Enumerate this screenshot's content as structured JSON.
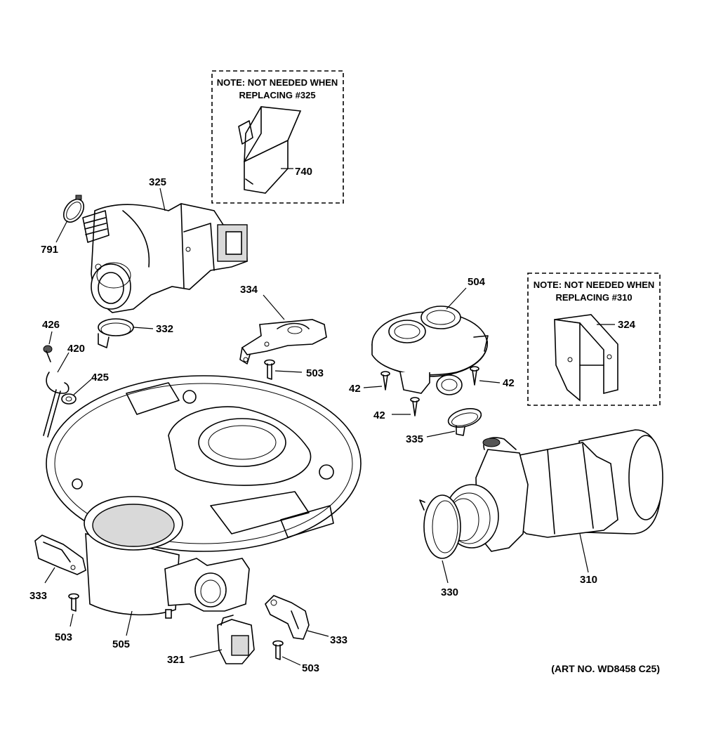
{
  "notes": [
    {
      "line1": "NOTE: NOT NEEDED WHEN",
      "line2": "REPLACING #325"
    },
    {
      "line1": "NOTE: NOT NEEDED WHEN",
      "line2": "REPLACING #310"
    }
  ],
  "art_number": "(ART NO. WD8458 C25)",
  "labels": {
    "l740": "740",
    "l325": "325",
    "l791": "791",
    "l334": "334",
    "l426": "426",
    "l332": "332",
    "l420": "420",
    "l503a": "503",
    "l425": "425",
    "l504": "504",
    "l324": "324",
    "l42a": "42",
    "l42b": "42",
    "l42c": "42",
    "l335": "335",
    "l333a": "333",
    "l330": "330",
    "l310": "310",
    "l503b": "503",
    "l505": "505",
    "l333b": "333",
    "l321": "321",
    "l503c": "503"
  }
}
